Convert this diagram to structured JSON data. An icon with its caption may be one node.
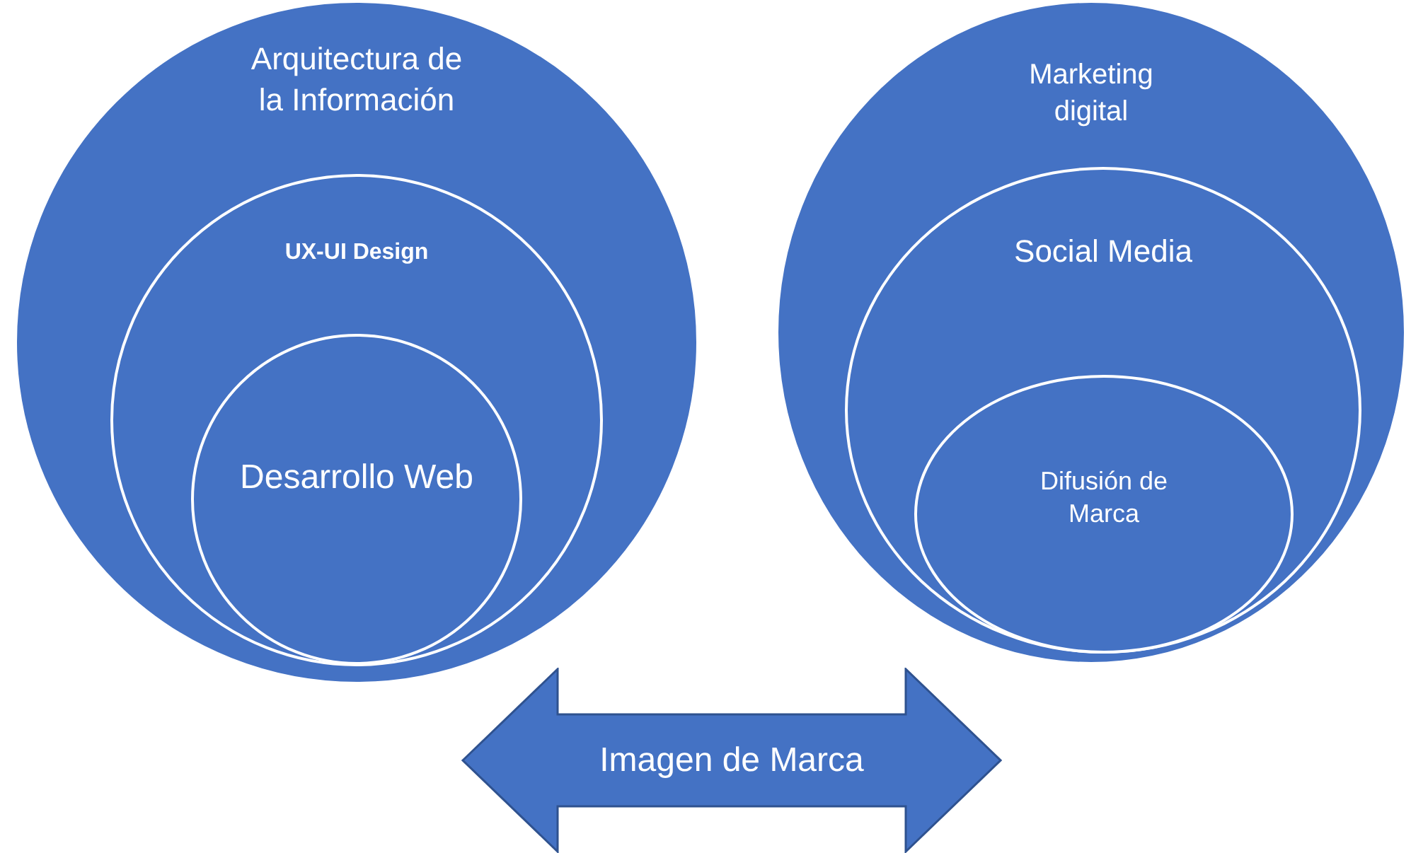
{
  "diagram": {
    "nodes": [
      {
        "text": [
          "Arquitectura de la Información"
        ]
      },
      {
        "text": [
          "UX-UI Design"
        ],
        "in": 0
      },
      {
        "text": [
          "Desarrollo Web"
        ],
        "in": 1
      },
      {
        "text": [
          "Marketing digital"
        ]
      },
      {
        "text": [
          "Social Media"
        ],
        "in": 3
      },
      {
        "text": [
          "Difusión de Marca"
        ],
        "in": 4
      },
      {
        "text": [
          "Imagen de Marca"
        ]
      }
    ]
  }
}
